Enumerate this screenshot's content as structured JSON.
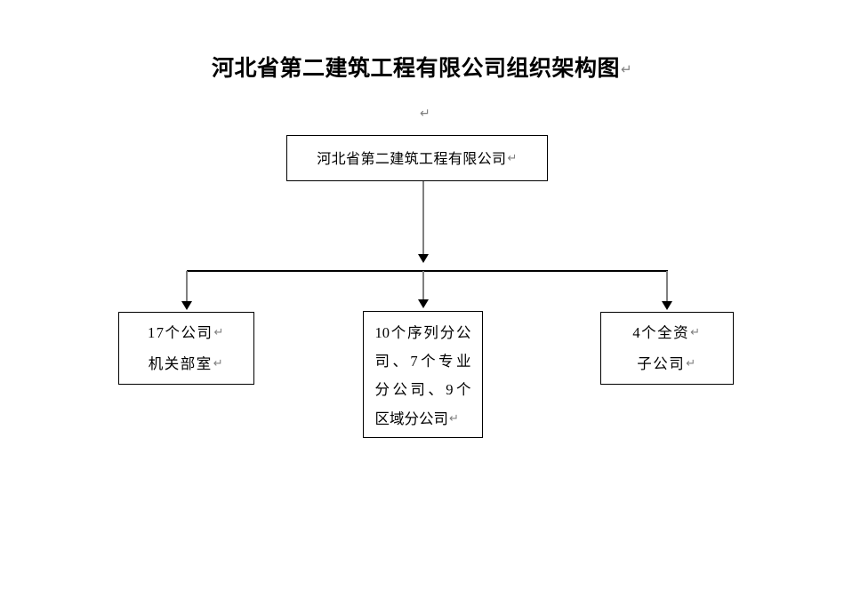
{
  "document": {
    "title": "河北省第二建筑工程有限公司组织架构图",
    "title_paragraph_mark": "↵",
    "empty_paragraph_mark": "↵",
    "background_color": "#ffffff",
    "line_color": "#808080",
    "border_color": "#000000"
  },
  "chart_data": {
    "type": "diagram",
    "diagram_type": "organization-chart",
    "orientation": "top-down",
    "root": {
      "id": "root",
      "label": "河北省第二建筑工程有限公司",
      "paragraph_mark": "↵"
    },
    "children": [
      {
        "id": "departments",
        "lines": [
          "17个公司",
          "机关部室"
        ],
        "paragraph_marks": [
          "↵",
          "↵"
        ],
        "full_text": "17个公司机关部室"
      },
      {
        "id": "branches",
        "lines": [
          "10个序列分公",
          "司、7个专业",
          "分公司、9个",
          "区域分公司"
        ],
        "paragraph_marks": [
          "",
          "",
          "",
          "↵"
        ],
        "full_text": "10个序列分公司、7个专业分公司、9个区域分公司"
      },
      {
        "id": "subsidiaries",
        "lines": [
          "4个全资",
          "子公司"
        ],
        "paragraph_marks": [
          "↵",
          "↵"
        ],
        "full_text": "4个全资子公司"
      }
    ],
    "connectors": [
      {
        "id": "root-stem",
        "from": "root",
        "to": "rail",
        "style": "arrow-down"
      },
      {
        "id": "rail",
        "type": "horizontal-bus"
      },
      {
        "id": "drop-left",
        "from": "rail",
        "to": "departments",
        "style": "arrow-down"
      },
      {
        "id": "drop-mid",
        "from": "rail",
        "to": "branches",
        "style": "arrow-down"
      },
      {
        "id": "drop-right",
        "from": "rail",
        "to": "subsidiaries",
        "style": "arrow-down"
      }
    ]
  }
}
